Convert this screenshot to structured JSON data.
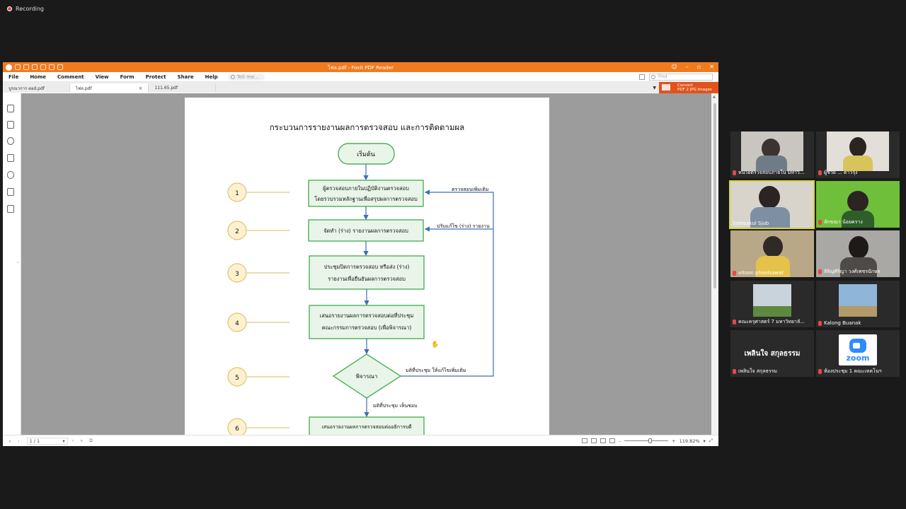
{
  "recording": {
    "label": "Recording"
  },
  "pdf_window": {
    "title": "ไฟล.pdf - Foxit PDF Reader",
    "menu": [
      "File",
      "Home",
      "Comment",
      "View",
      "Form",
      "Protect",
      "Share",
      "Help"
    ],
    "tell_me": "Tell me...",
    "find_placeholder": "Find",
    "tabs": [
      {
        "label": "บูรณาการ ead.pdf",
        "active": false
      },
      {
        "label": "ไฟล.pdf",
        "active": true
      },
      {
        "label": "111.65.pdf",
        "active": false
      }
    ],
    "convert": {
      "line1": "Convert",
      "line2": "PDF 2 JPG Images"
    },
    "status": {
      "page": "1 / 1",
      "zoom": "119.82%"
    }
  },
  "document": {
    "title": "กระบวนการรายงานผลการตรวจสอบ และการติดตามผล",
    "start": "เริ่มต้น",
    "steps": [
      {
        "num": "1",
        "lines": [
          "ผู้ตรวจสอบภายในปฏิบัติงานตรวจสอบ",
          "โดยรวบรวมหลักฐานเพื่อสรุปผลการตรวจสอบ"
        ]
      },
      {
        "num": "2",
        "lines": [
          "จัดทำ (ร่าง) รายงานผลการตรวจสอบ"
        ]
      },
      {
        "num": "3",
        "lines": [
          "ประชุมปิดการตรวจสอบ หรือส่ง (ร่าง)",
          "รายงานเพื่อยืนยันผลการตรวจสอบ"
        ]
      },
      {
        "num": "4",
        "lines": [
          "เสนอรายงานผลการตรวจสอบต่อที่ประชุม",
          "คณะกรรมการตรวจสอบ (เพื่อพิจารณา)"
        ]
      },
      {
        "num": "5",
        "lines": [
          "พิจารณา"
        ]
      },
      {
        "num": "6",
        "lines": [
          "เสนอรายงานผลการตรวจสอบต่ออธิการบดี"
        ]
      }
    ],
    "labels": {
      "more_audit": "ตรวจสอบเพิ่มเติม",
      "revise_report": "ปรับแก้ไข (ร่าง) รายงาน",
      "resolution_fix": "มติที่ประชุม ให้แก้ไขเพิ่มเติม",
      "resolution_agree": "มติที่ประชุม เห็นชอบ"
    }
  },
  "participants": [
    {
      "name": "หน่วยตรวจสอบภายใน มหาวิ...",
      "type": "video"
    },
    {
      "name": "ผู้ช่วย ... ดาวรุ่ง",
      "type": "video"
    },
    {
      "name": "Somsakul Sjub",
      "type": "video",
      "speaking": true
    },
    {
      "name": "ลักขณา น้อยคราง",
      "type": "video"
    },
    {
      "name": "vitoon phoolsawat",
      "type": "video"
    },
    {
      "name": "ลิจิญศิริญา วงศ์เพชรนักษร",
      "type": "video"
    },
    {
      "name": "คณะครุศาสตร์ 7 มหาวิทยาลั...",
      "type": "image"
    },
    {
      "name": "Kalong Buanak",
      "type": "image"
    },
    {
      "name": "เพลินใจ สกุลธรรม",
      "type": "text",
      "display": "เพลินใจ สกุลธรรม"
    },
    {
      "name": "ห้องประชุม 1 คณะเทคโนฯ",
      "type": "zoom",
      "logo": "zoom"
    }
  ]
}
